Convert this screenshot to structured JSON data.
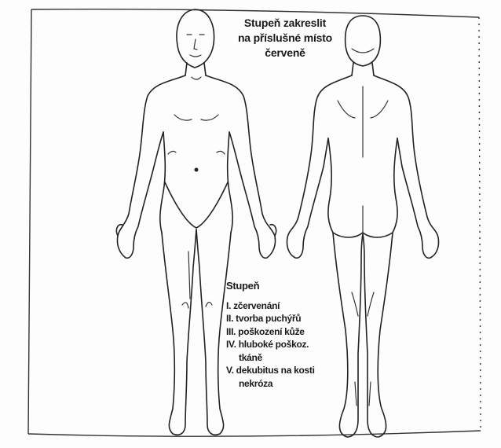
{
  "instruction": {
    "line1": "Stupeň zakreslit",
    "line2": "na příslušné místo",
    "line3": "červeně"
  },
  "legend": {
    "title": "Stupeň",
    "items": [
      {
        "line1": "I. zčervenání",
        "line2": ""
      },
      {
        "line1": "II. tvorba puchýřů",
        "line2": ""
      },
      {
        "line1": "III. poškození kůže",
        "line2": ""
      },
      {
        "line1": "IV. hluboké poškoz.",
        "line2": "tkáně"
      },
      {
        "line1": "V. dekubitus na kosti",
        "line2": "nekróza"
      }
    ]
  },
  "figures": {
    "front_icon": "human-body-front-view-icon",
    "back_icon": "human-body-back-view-icon"
  },
  "colors": {
    "line": "#222222",
    "paper": "#fdfdfd"
  }
}
